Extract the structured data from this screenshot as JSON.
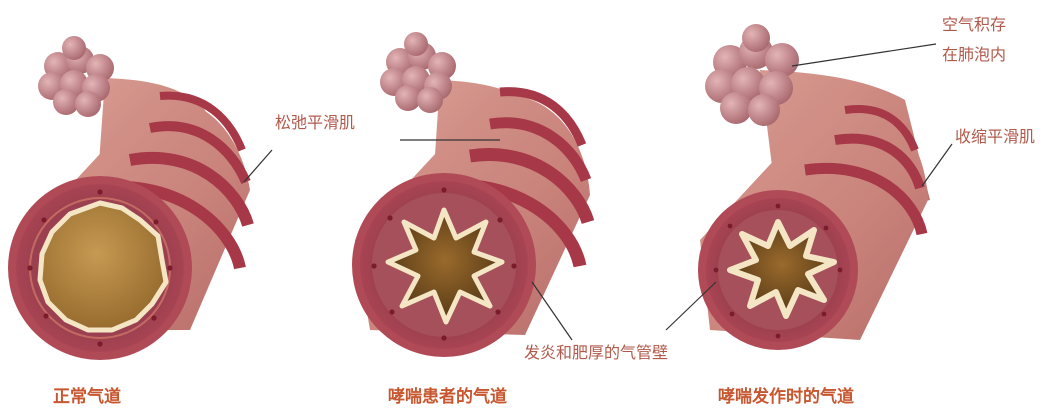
{
  "labels": {
    "trapped_air_line1": "空气积存",
    "trapped_air_line2": "在肺泡内",
    "relaxed_muscle": "松弛平滑肌",
    "contracted_muscle": "收缩平滑肌",
    "inflamed_wall": "发炎和肥厚的气管壁"
  },
  "captions": {
    "normal": "正常气道",
    "asthma": "哮喘患者的气道",
    "attack": "哮喘发作时的气道"
  },
  "colors": {
    "tube": "#d28c82",
    "tube_dark": "#b04a57",
    "band": "#a73848",
    "lumen_normal": "#b5893e",
    "lumen_dark": "#6e4a1d",
    "mucosa": "#f4e6c4",
    "alveoli": "#c1868b",
    "leader": "#333333",
    "label_text": "#b15a4c",
    "caption_text": "#c8572f"
  }
}
